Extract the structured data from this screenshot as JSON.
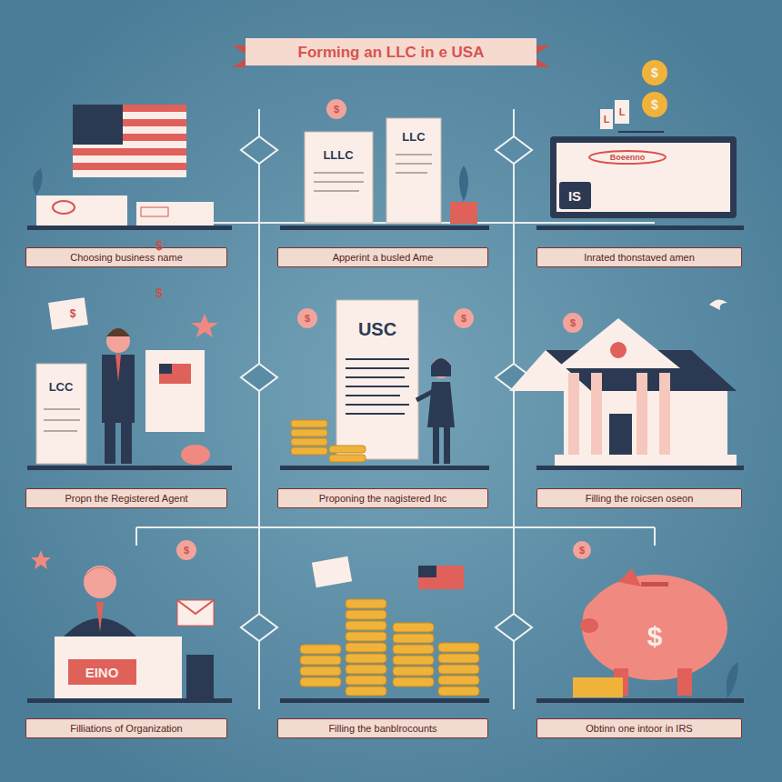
{
  "diagram": {
    "title": "Forming an LLC in e USA",
    "nodes": [
      {
        "text": [
          "Choosing business name"
        ]
      },
      {
        "text": [
          "Apperint a busled Ame"
        ]
      },
      {
        "text": [
          "Inrated thonstaved amen"
        ]
      },
      {
        "text": [
          "Propn the Registered Agent"
        ]
      },
      {
        "text": [
          "Proponing the nagistered Inc"
        ]
      },
      {
        "text": [
          "Filling the roicsen oseon"
        ]
      },
      {
        "text": [
          "Filliations of Organization"
        ]
      },
      {
        "text": [
          "Filling the banblrocounts"
        ]
      },
      {
        "text": [
          "Obtinn one intoor in IRS"
        ]
      }
    ],
    "labels": [
      "$",
      "$",
      "L",
      "L",
      "LLLC",
      "LLC",
      "$",
      "Boeenno",
      "IS",
      "$",
      "$",
      "LCC",
      "$",
      "USC",
      "$",
      "$",
      "$",
      "EINO",
      "$",
      "$",
      "$"
    ]
  }
}
